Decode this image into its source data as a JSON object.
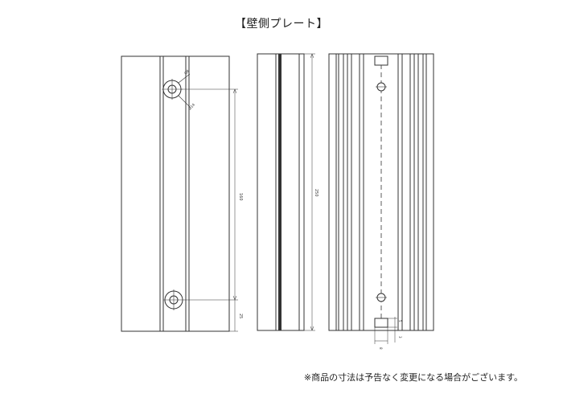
{
  "title": "【壁側プレート】",
  "note": "※商品の寸法は予告なく変更になる場合がございます。",
  "dimensions": {
    "hole_outer": "Ø8",
    "hole_inner": "Ø14",
    "hole_spacing": "160",
    "bottom_offset": "25",
    "height": "250",
    "slot_a": "5",
    "slot_b": "3",
    "slot_width": "8"
  }
}
